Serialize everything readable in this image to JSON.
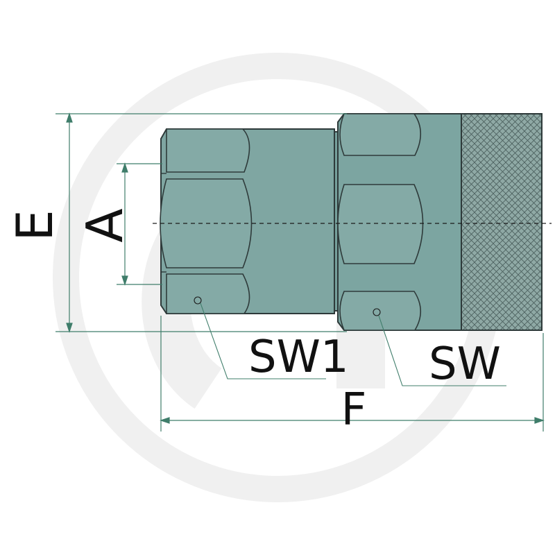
{
  "labels": {
    "e": "E",
    "a": "A",
    "sw1": "SW1",
    "sw": "SW",
    "f": "F"
  },
  "colors": {
    "body": "#7fa6a2",
    "body_dark": "#6e9591",
    "outline": "#2e3a3a",
    "dimension": "#3f7d6a",
    "text": "#111111",
    "watermark": "#f1f1f1"
  },
  "icons": {
    "watermark": "brand-logo-watermark"
  }
}
